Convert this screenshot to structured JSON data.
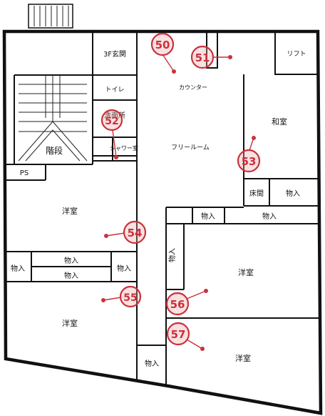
{
  "floor_plan": {
    "rooms": {
      "genkan_3f": "3F玄関",
      "toilet": "トイレ",
      "senmenjo": "洗面所",
      "shower": "シャワー室",
      "stairs": "階段",
      "ps": "PS",
      "lift": "リフト",
      "counter": "カウンター",
      "free_room": "フリールーム",
      "washitsu": "和室",
      "tokonoma": "床間",
      "mono_washitsu": "物入",
      "mono_upper_a": "物入",
      "mono_upper_b": "物入",
      "yoshitsu_left_upper": "洋室",
      "mono_left": "物入",
      "mono_mid_top": "物入",
      "mono_mid_bottom": "物入",
      "mono_mid_right": "物入",
      "mono_vertical": "物入",
      "yoshitsu_right_mid": "洋室",
      "yoshitsu_left_lower": "洋室",
      "mono_bottom": "物入",
      "yoshitsu_right_lower": "洋室"
    },
    "markers": [
      {
        "number": "50"
      },
      {
        "number": "51"
      },
      {
        "number": "52"
      },
      {
        "number": "53"
      },
      {
        "number": "54"
      },
      {
        "number": "55"
      },
      {
        "number": "56"
      },
      {
        "number": "57"
      }
    ],
    "accent_color": "#c8323c"
  }
}
